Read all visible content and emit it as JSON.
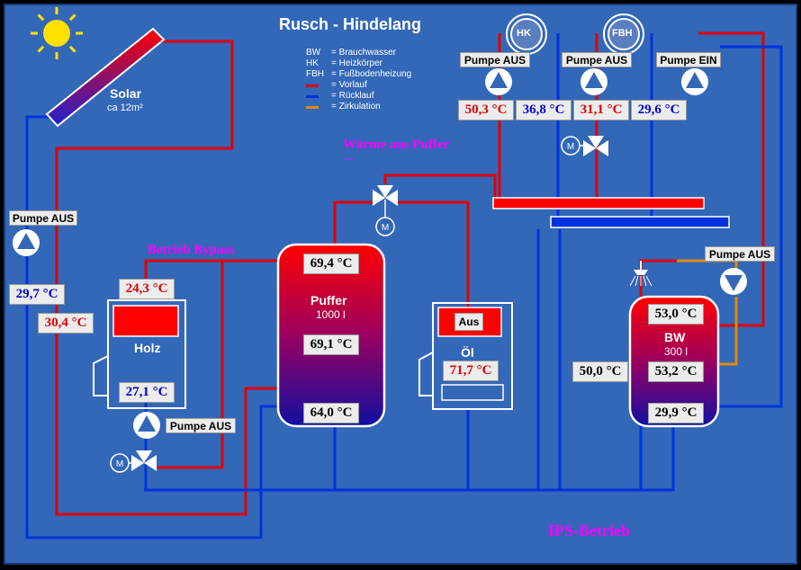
{
  "title": "Rusch - Hindelang",
  "colors": {
    "background": "#3367b8",
    "supply": "#e00000",
    "return": "#0033dd",
    "circulation": "#e08a00",
    "accent": "#ff00ff"
  },
  "legend": [
    {
      "key": "BW",
      "value": "= Brauchwasser"
    },
    {
      "key": "HK",
      "value": "= Heizkörper"
    },
    {
      "key": "FBH",
      "value": "= Fußbodenheizung"
    },
    {
      "key": "",
      "value": "= Vorlauf",
      "swatch": "supply"
    },
    {
      "key": "",
      "value": "= Rücklauf",
      "swatch": "return"
    },
    {
      "key": "",
      "value": "= Zirkulation",
      "swatch": "circulation"
    }
  ],
  "solar": {
    "label": "Solar",
    "area": "ca 12m²",
    "icon": "sun-icon"
  },
  "circuits": {
    "hk": "HK",
    "fbh": "FBH"
  },
  "pumps": {
    "solar": "Pumpe AUS",
    "hk": "Pumpe AUS",
    "fbh": "Pumpe AUS",
    "zirkulation_top": "Pumpe EIN",
    "holz": "Pumpe AUS",
    "bw": "Pumpe AUS"
  },
  "temps": {
    "hk_vorlauf": "50,3 °C",
    "hk_ruecklauf": "36,8 °C",
    "fbh_vorlauf": "31,1 °C",
    "fbh_ruecklauf": "29,6 °C",
    "solar_ruecklauf": "29,7 °C",
    "solar_vorlauf": "30,4 °C",
    "holz_vorlauf": "24,3 °C",
    "holz_ruecklauf": "27,1 °C",
    "puffer_oben": "69,4 °C",
    "puffer_mitte": "69,1 °C",
    "puffer_unten": "64,0 °C",
    "oel": "71,7 °C",
    "bw_oben": "53,0 °C",
    "bw_mitte": "53,2 °C",
    "bw_unten": "29,9 °C",
    "bw_zirkulation": "50,0 °C"
  },
  "holz": {
    "label": "Holz"
  },
  "puffer": {
    "label": "Puffer",
    "volume": "1000 l"
  },
  "oel": {
    "label": "Öl",
    "status": "Aus"
  },
  "bw": {
    "label": "BW",
    "volume": "300 l"
  },
  "messages": {
    "waerme": "Wärme aus Puffer",
    "waerme_sub": "----",
    "bypass": "Betrieb Bypass",
    "mode": "IPS-Betrieb"
  }
}
